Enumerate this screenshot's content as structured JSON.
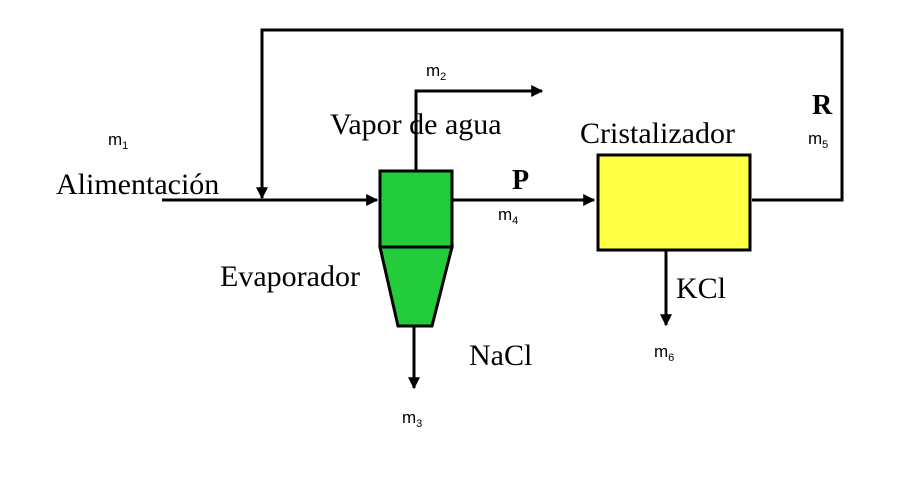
{
  "colors": {
    "evaporator": "#22cc3a",
    "crystallizer": "#ffff44",
    "stream_highlight": "#ff0000",
    "line": "#000000"
  },
  "labels": {
    "alimentacion": "Alimentación",
    "vapor": "Vapor de agua",
    "evaporador": "Evaporador",
    "cristalizador": "Cristalizador",
    "nacl": "NaCl",
    "kcl": "KCl",
    "p": "P",
    "r": "R"
  },
  "streams": {
    "m1": {
      "base": "m",
      "sub": "1"
    },
    "m2": {
      "base": "m",
      "sub": "2"
    },
    "m3": {
      "base": "m",
      "sub": "3"
    },
    "m4": {
      "base": "m",
      "sub": "4"
    },
    "m5": {
      "base": "m",
      "sub": "5"
    },
    "m6": {
      "base": "m",
      "sub": "6"
    }
  }
}
